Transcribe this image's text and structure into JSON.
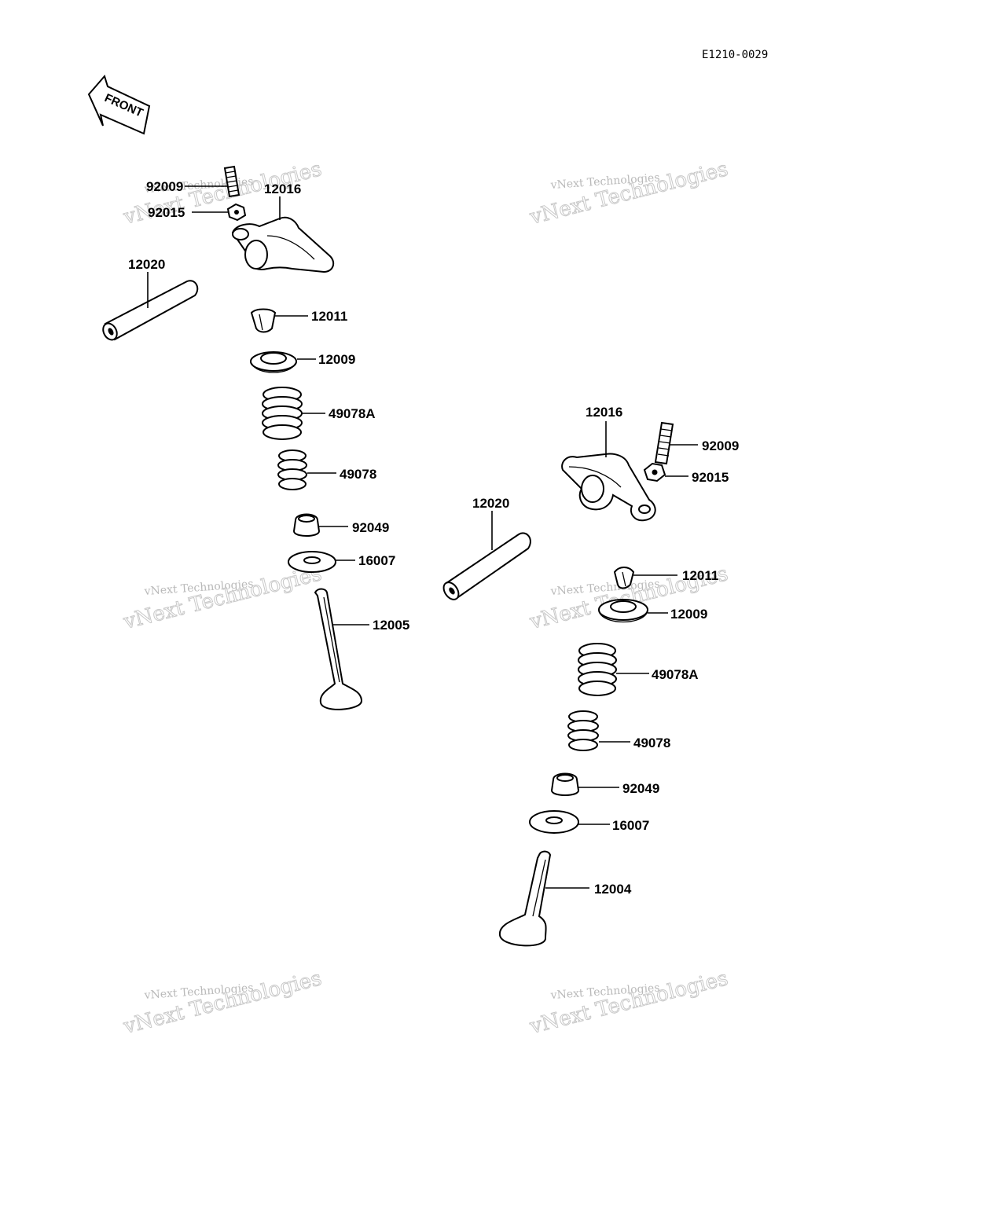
{
  "diagram": {
    "code": "E1210-0029",
    "front_label": "FRONT",
    "watermark_line1": "vNext Technologies",
    "watermark_line2": "vNext Technologies",
    "left_group": {
      "adjuster_screw": "92009",
      "adjuster_nut": "92015",
      "rocker_arm": "12016",
      "rocker_shaft": "12020",
      "cotter": "12011",
      "retainer": "12009",
      "outer_spring": "49078A",
      "inner_spring": "49078",
      "stem_seal": "92049",
      "spring_seat": "16007",
      "valve": "12005"
    },
    "right_group": {
      "rocker_arm": "12016",
      "adjuster_screw": "92009",
      "adjuster_nut": "92015",
      "rocker_shaft": "12020",
      "cotter": "12011",
      "retainer": "12009",
      "outer_spring": "49078A",
      "inner_spring": "49078",
      "stem_seal": "92049",
      "spring_seat": "16007",
      "valve": "12004"
    }
  }
}
